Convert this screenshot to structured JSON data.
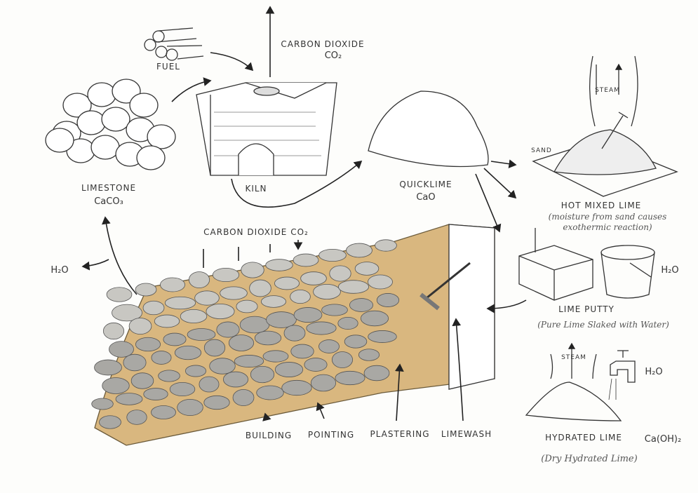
{
  "labels": {
    "fuel": "FUEL",
    "co2_kiln_name": "CARBON DIOXIDE",
    "co2_kiln_formula": "CO₂",
    "kiln": "KILN",
    "limestone": "LIMESTONE",
    "limestone_formula": "CaCO₃",
    "quicklime": "QUICKLIME",
    "quicklime_formula": "CaO",
    "steam_top": "STEAM",
    "sand": "SAND",
    "hot_mixed_lime": "HOT MIXED LIME",
    "hot_mixed_note_1": "(moisture from sand causes",
    "hot_mixed_note_2": "exothermic reaction)",
    "lime_putty": "LIME PUTTY",
    "lime_putty_note": "(Pure Lime Slaked with Water)",
    "h2o_bucket": "H₂O",
    "steam_bottom": "STEAM",
    "h2o_tap": "H₂O",
    "hydrated_lime": "HYDRATED LIME",
    "hydrated_formula": "Ca(OH)₂",
    "hydrated_note": "(Dry Hydrated Lime)",
    "h2o_left": "H₂O",
    "co2_wall": "CARBON DIOXIDE  CO₂",
    "building": "BUILDING",
    "pointing": "POINTING",
    "plastering": "PLASTERING",
    "limewash": "LIMEWASH"
  },
  "colors": {
    "mortar": "#d9b77f",
    "stone": "#a9a8a4",
    "stone_light": "#c8c7c2",
    "ink": "#333333"
  }
}
